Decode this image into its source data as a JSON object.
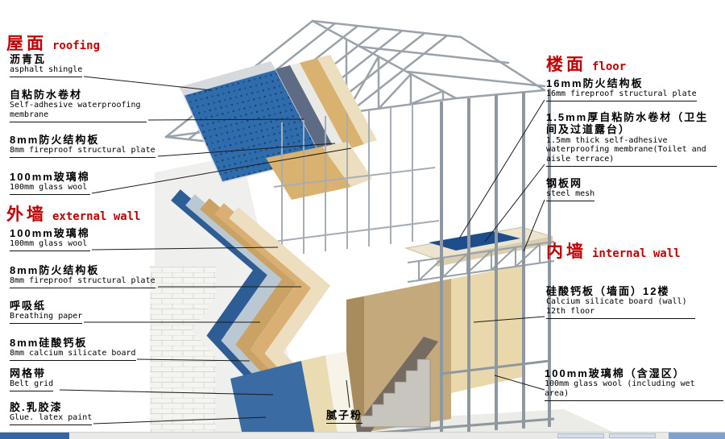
{
  "page": {
    "background": "#ffffff",
    "accent_red": "#c00000",
    "line_color": "#1a1a1a"
  },
  "sections": {
    "roofing": {
      "title_zh": "屋面",
      "title_en": "roofing",
      "items": [
        {
          "zh": "沥青瓦",
          "en": "asphalt shingle"
        },
        {
          "zh": "自粘防水卷材",
          "en": "Self-adhesive waterproofing membrane"
        },
        {
          "zh": "8mm防火结构板",
          "en": "8mm fireproof structural plate"
        },
        {
          "zh": "100mm玻璃棉",
          "en": "100mm glass wool"
        }
      ]
    },
    "external_wall": {
      "title_zh": "外墙",
      "title_en": "external wall",
      "items": [
        {
          "zh": "100mm玻璃棉",
          "en": "100mm glass wool"
        },
        {
          "zh": "8mm防火结构板",
          "en": "8mm fireproof structural plate"
        },
        {
          "zh": "呼吸纸",
          "en": "Breathing paper"
        },
        {
          "zh": "8mm硅酸钙板",
          "en": "8mm calcium silicate board"
        },
        {
          "zh": "网格带",
          "en": "Belt grid"
        },
        {
          "zh": "胶.乳胶漆",
          "en": "Glue. latex paint"
        }
      ]
    },
    "floor": {
      "title_zh": "楼面",
      "title_en": "floor",
      "items": [
        {
          "zh": "16mm防火结构板",
          "en": "16mm fireproof structural plate"
        },
        {
          "zh": "1.5mm厚自粘防水卷材（卫生间及过道露台）",
          "en": "1.5mm thick self-adhesive waterproofing membrane(Toilet and aisle terrace)"
        },
        {
          "zh": "钢板网",
          "en": "steel mesh"
        }
      ]
    },
    "internal_wall": {
      "title_zh": "内墙",
      "title_en": "internal wall",
      "items": [
        {
          "zh": "硅酸钙板（墙面）12楼",
          "en": "Calcium silicate board (wall) 12th floor"
        },
        {
          "zh": "100mm玻璃棉（含湿区）",
          "en": "100mm glass wool (including wet area)"
        }
      ]
    }
  },
  "floating_labels": {
    "putty": {
      "zh": "腻子粉"
    }
  },
  "illustration": {
    "shingle_blue": "#2f6cab",
    "steel_gray": "#9aa2aa",
    "deck_blue": "#1e4d8b",
    "wall_layer_colors_outer_to_inner": [
      "#f0f1ee",
      "#2e5d95",
      "#b9c8d2",
      "#c9a264",
      "#d9af74",
      "#ecdebe"
    ]
  }
}
